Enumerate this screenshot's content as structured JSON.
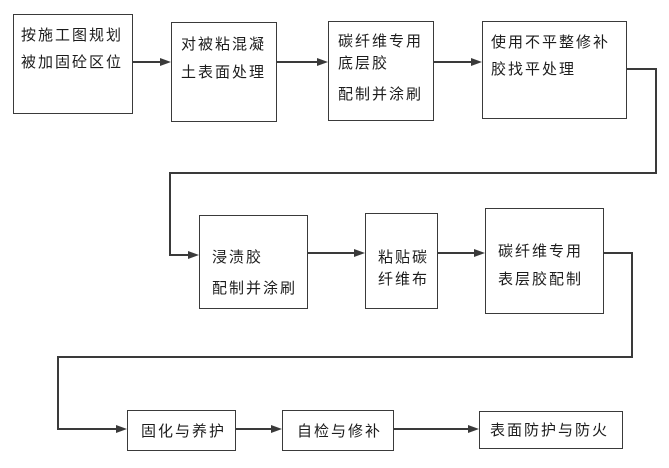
{
  "colors": {
    "line": "#3a3a3a",
    "background": "#ffffff",
    "text": "#1c1c1c"
  },
  "diagram": {
    "type": "flowchart",
    "nodes": [
      {
        "id": "n1",
        "lines": [
          "按施工图规划",
          "被加固砼区位"
        ]
      },
      {
        "id": "n2",
        "lines": [
          "对被粘混凝",
          "土表面处理"
        ]
      },
      {
        "id": "n3",
        "lines": [
          "碳纤维专用",
          "底层胶",
          "配制并涂刷"
        ]
      },
      {
        "id": "n4",
        "lines": [
          "使用不平整修补",
          "胶找平处理"
        ]
      },
      {
        "id": "n5",
        "lines": [
          "浸渍胶",
          "配制并涂刷"
        ]
      },
      {
        "id": "n6",
        "lines": [
          "粘贴碳",
          "纤维布"
        ]
      },
      {
        "id": "n7",
        "lines": [
          "碳纤维专用",
          "表层胶配制"
        ]
      },
      {
        "id": "n8",
        "lines": [
          "固化与养护"
        ]
      },
      {
        "id": "n9",
        "lines": [
          "自检与修补"
        ]
      },
      {
        "id": "n10",
        "lines": [
          "表面防护与防火"
        ]
      }
    ],
    "edges": [
      {
        "from": "n1",
        "to": "n2"
      },
      {
        "from": "n2",
        "to": "n3"
      },
      {
        "from": "n3",
        "to": "n4"
      },
      {
        "from": "n4",
        "to": "n5"
      },
      {
        "from": "n5",
        "to": "n6"
      },
      {
        "from": "n6",
        "to": "n7"
      },
      {
        "from": "n7",
        "to": "n8"
      },
      {
        "from": "n8",
        "to": "n9"
      },
      {
        "from": "n9",
        "to": "n10"
      }
    ]
  }
}
